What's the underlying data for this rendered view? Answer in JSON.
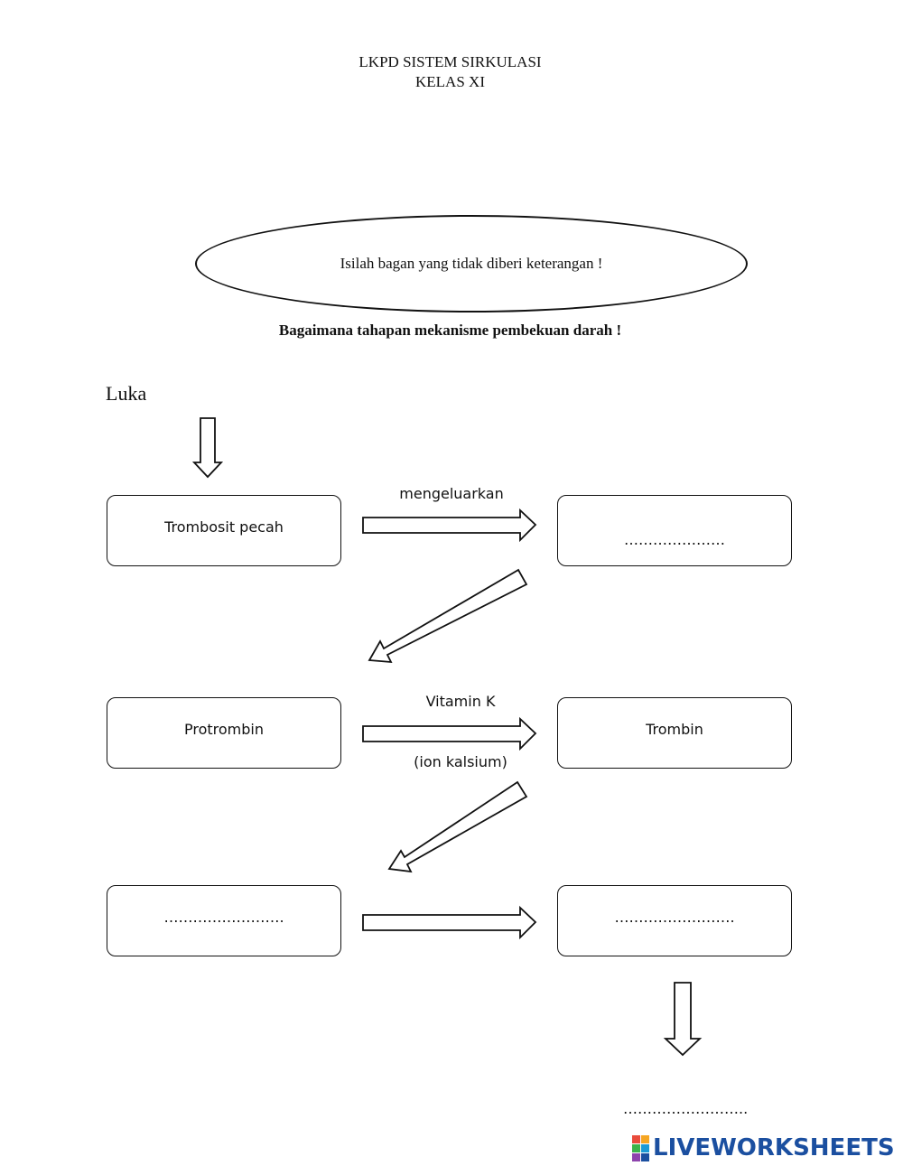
{
  "header": {
    "line1": "LKPD SISTEM SIRKULASI",
    "line2": "KELAS XI"
  },
  "instruction": "Isilah bagan yang tidak diberi keterangan !",
  "question": "Bagaimana tahapan mekanisme pembekuan darah !",
  "start_label": "Luka",
  "boxes": {
    "trombosit": "Trombosit pecah",
    "blank1": "…………………",
    "protrombin": "Protrombin",
    "trombin": "Trombin",
    "blank2": "…………………….",
    "blank3": "…………………….",
    "final": "…………………….."
  },
  "arrow_labels": {
    "top": "mengeluarkan",
    "middle_top": "Vitamin K",
    "middle_bottom": "(ion kalsium)"
  },
  "logo": {
    "text": "LIVEWORKSHEETS",
    "colors": [
      "#e94b3c",
      "#f5a623",
      "#3cb44b",
      "#1b9ad6",
      "#8e44ad",
      "#1b4fa0"
    ]
  }
}
